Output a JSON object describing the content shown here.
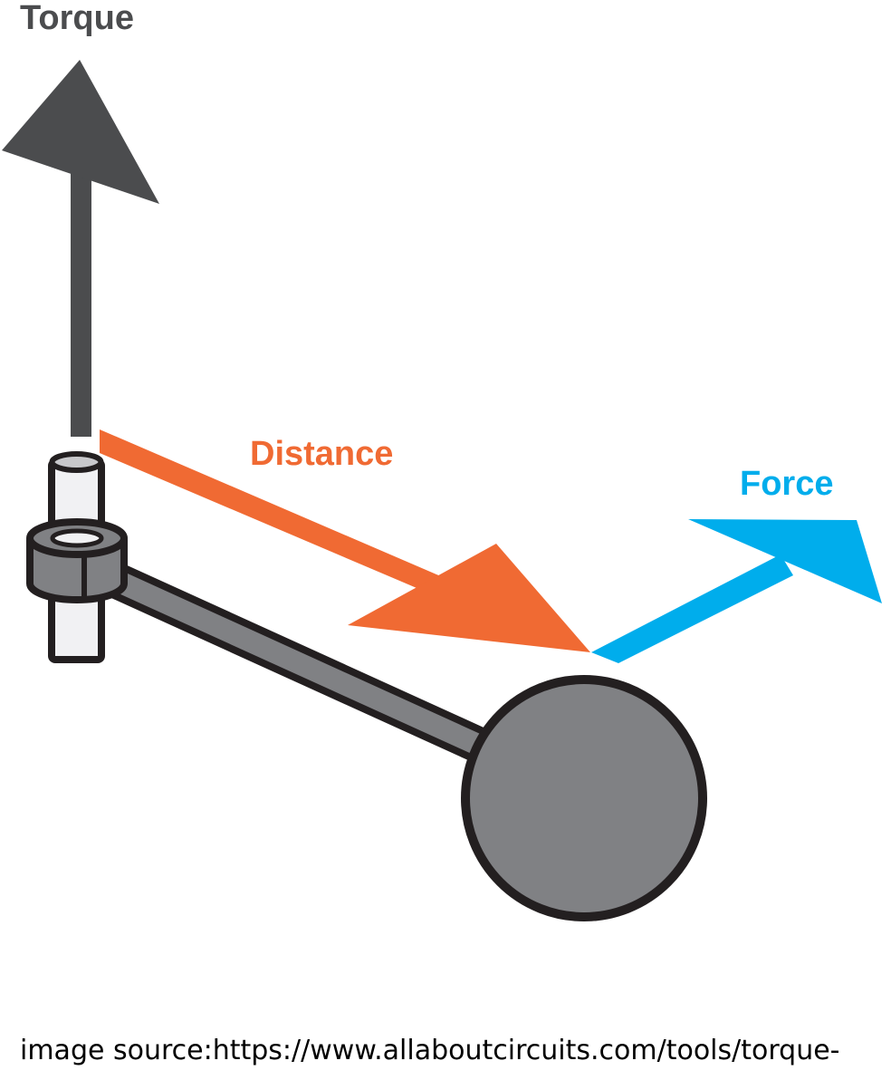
{
  "labels": {
    "torque": "Torque",
    "distance": "Distance",
    "force": "Force"
  },
  "source": "image source:https://www.allaboutcircuits.com/tools/torque-",
  "colors": {
    "torque": "#4b4c4e",
    "distance": "#f06a33",
    "force": "#00adec",
    "arm": "#808184",
    "pivot": "#f1f1f3",
    "outline": "#231f20"
  }
}
